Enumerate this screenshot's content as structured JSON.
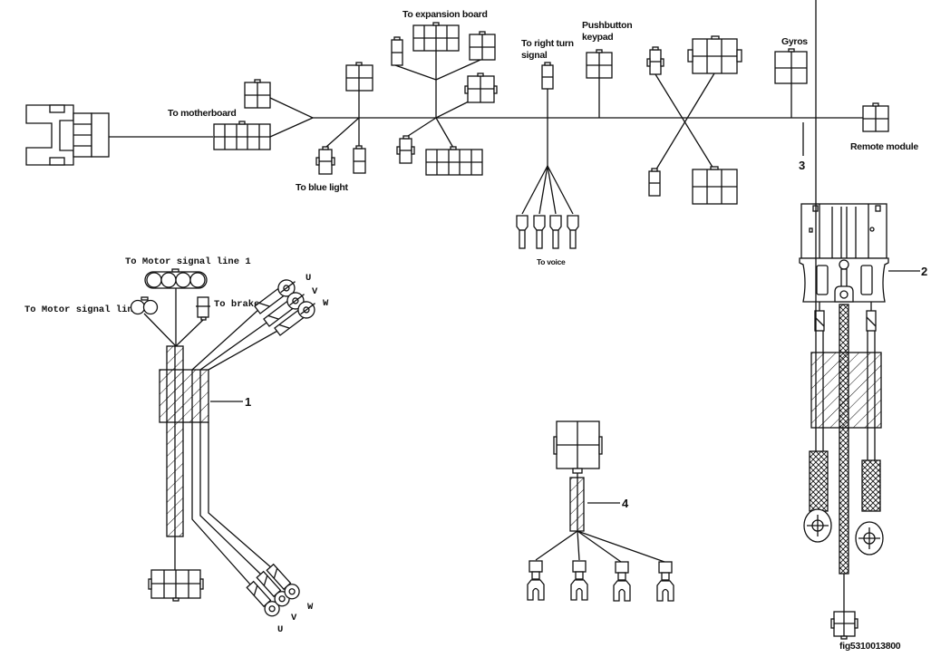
{
  "figure_id": "fig5310013800",
  "main_harness": {
    "callout": "3",
    "labels": {
      "motherboard": "To motherboard",
      "blue_light": "To blue light",
      "expansion_board": "To expansion board",
      "right_turn_signal_line1": "To right turn",
      "right_turn_signal_line2": "signal",
      "voice": "To voice",
      "pushbutton_line1": "Pushbutton",
      "pushbutton_line2": "keypad",
      "gyros": "Gyros",
      "remote_module": "Remote module"
    }
  },
  "motor_harness": {
    "callout": "1",
    "labels": {
      "motor_signal_1": "To Motor signal line 1",
      "motor_signal_2": "To Motor signal line 2",
      "brake": "To  brake",
      "phase_u": "U",
      "phase_v": "V",
      "phase_w": "W"
    }
  },
  "power_harness": {
    "callout": "2"
  },
  "small_harness": {
    "callout": "4"
  }
}
